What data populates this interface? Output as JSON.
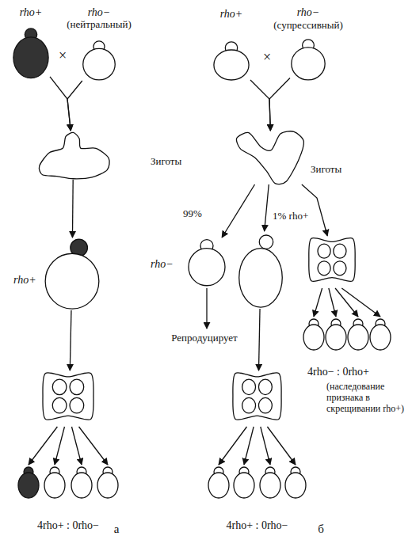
{
  "diagram": {
    "nodes": [
      {
        "text": [
          "rho+"
        ]
      },
      {
        "text": [
          "rho−",
          "(нейтральный)"
        ]
      },
      {
        "text": [
          "Зиготы"
        ]
      },
      {
        "text": [
          "rho+"
        ]
      },
      {
        "text": [
          "4rho+ : 0rho−"
        ]
      },
      {
        "text": [
          "rho+"
        ]
      },
      {
        "text": [
          "rho−",
          "(супрессивный)"
        ]
      },
      {
        "text": [
          "Зиготы"
        ]
      },
      {
        "text": [
          "rho−"
        ]
      },
      {
        "text": [
          "1% rho+"
        ]
      },
      {
        "text": [
          "4rho+ : 0rho−"
        ]
      },
      {
        "text": [
          "4rho− : 0rho+",
          "(наследование признака в скрещивании rho+)"
        ]
      }
    ],
    "edges": [
      {
        "from": 0,
        "to": 2,
        "arrow": "to"
      },
      {
        "from": 1,
        "to": 2,
        "arrow": "to"
      },
      {
        "from": 2,
        "to": 3,
        "arrow": "to"
      },
      {
        "from": 3,
        "to": 4,
        "arrow": "to"
      },
      {
        "from": 5,
        "to": 7,
        "arrow": "to"
      },
      {
        "from": 6,
        "to": 7,
        "arrow": "to"
      },
      {
        "from": 7,
        "to": 8,
        "label": "99%",
        "arrow": "to"
      },
      {
        "from": 7,
        "to": 9,
        "arrow": "to"
      },
      {
        "from": 7,
        "to": 11,
        "arrow": "to"
      },
      {
        "from": 9,
        "to": 10,
        "arrow": "to"
      }
    ],
    "labels": [
      "×",
      "×",
      "Репродуцирует",
      "а",
      "б"
    ]
  }
}
